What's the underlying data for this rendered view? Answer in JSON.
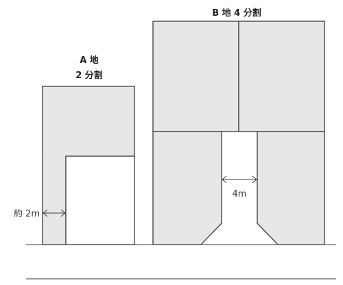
{
  "labels": {
    "lot_a_name": "A 地",
    "lot_a_division": "2 分割",
    "lot_b_title": "B 地 4 分割",
    "width_a": "約 2m",
    "width_b": "4m"
  }
}
